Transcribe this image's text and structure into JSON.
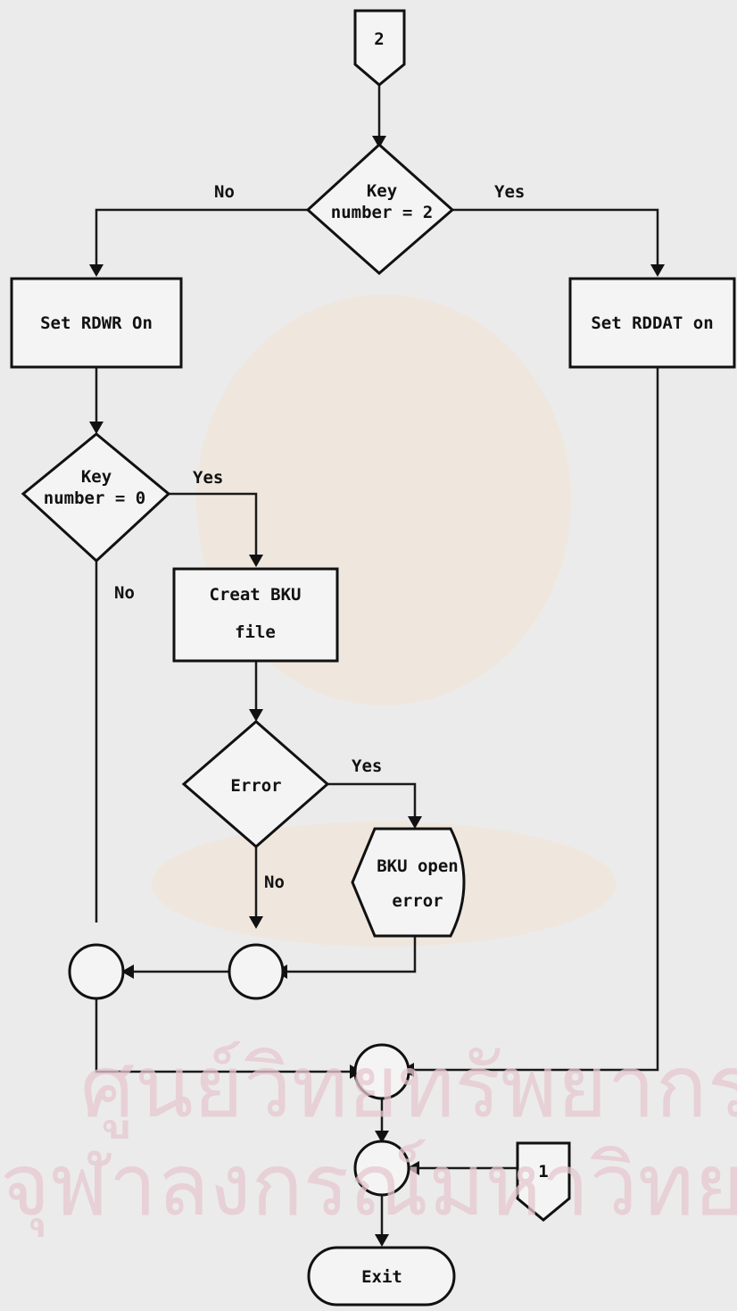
{
  "connectors": {
    "top": "2",
    "right": "1"
  },
  "decisions": {
    "key2": {
      "line1": "Key",
      "line2": "number = 2",
      "no": "No",
      "yes": "Yes"
    },
    "key0": {
      "line1": "Key",
      "line2": "number = 0",
      "no": "No",
      "yes": "Yes"
    },
    "error": {
      "label": "Error",
      "no": "No",
      "yes": "Yes"
    }
  },
  "processes": {
    "set_rdwr": "Set RDWR On",
    "set_rddat": "Set RDDAT on",
    "creat_bku_line1": "Creat BKU",
    "creat_bku_line2": "file"
  },
  "display": {
    "line1": "BKU open",
    "line2": "error"
  },
  "terminal": {
    "exit": "Exit"
  },
  "watermark": {
    "line1": "ศูนย์วิทยทรัพยากร",
    "line2": "จุฬาลงกรณ์มหาวิทยาลัย"
  }
}
